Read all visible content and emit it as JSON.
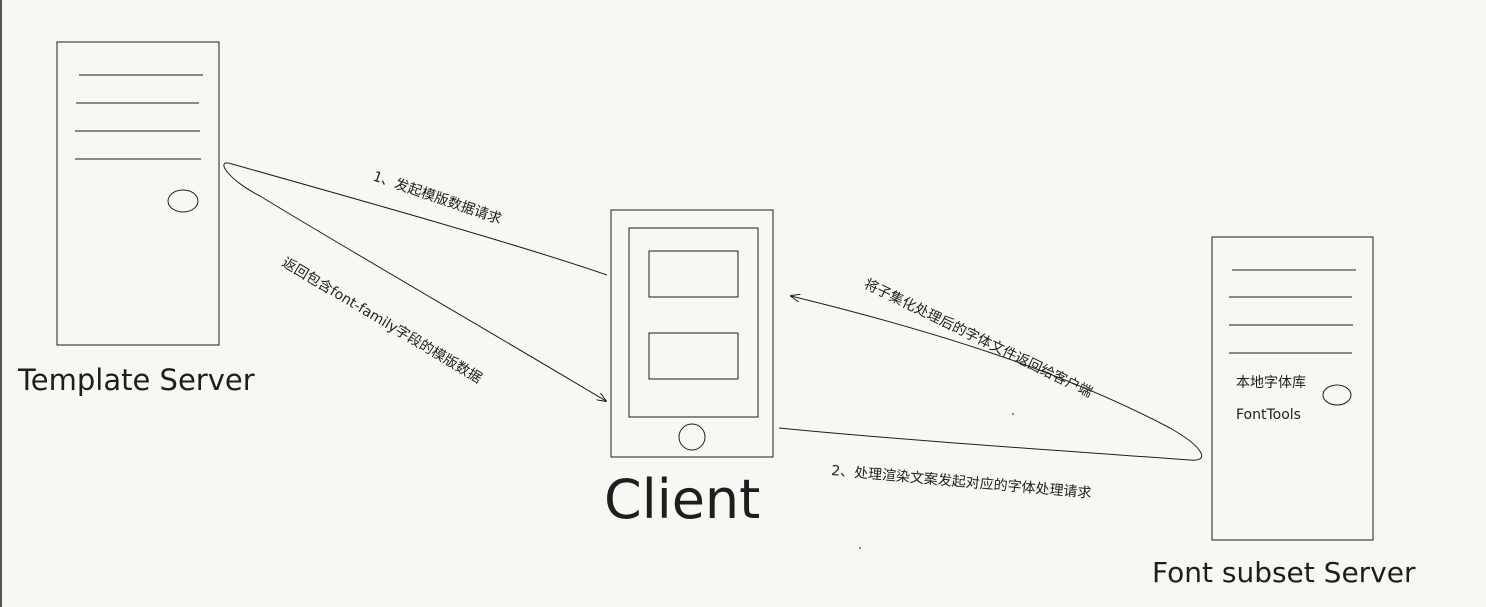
{
  "nodes": {
    "template_server": {
      "label": "Template Server"
    },
    "client": {
      "label": "Client"
    },
    "font_server": {
      "label": "Font subset Server",
      "lines": [
        "本地字体库",
        "FontTools"
      ]
    }
  },
  "edges": {
    "request_template": "1、发起模版数据请求",
    "return_template": "返回包含font-family字段的模版数据",
    "request_font": "2、处理渲染文案发起对应的字体处理请求",
    "return_font": "将子集化处理后的字体文件返回给客户端"
  },
  "colors": {
    "background": "#f9f7f4",
    "stroke": "#1e1e1e"
  }
}
